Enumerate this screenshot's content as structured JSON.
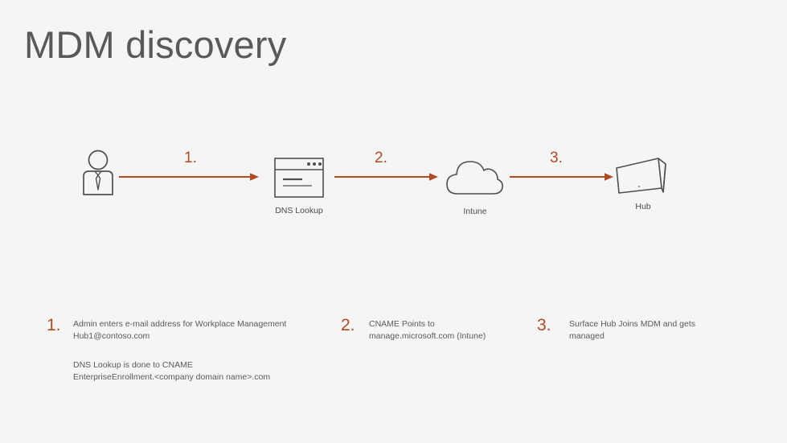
{
  "page": {
    "title": "MDM discovery",
    "background_color": "#f5f5f5",
    "accent_color": "#b24a22",
    "text_color": "#5a5a5a",
    "icon_color": "#4f4f4f"
  },
  "diagram": {
    "nodes": [
      {
        "id": "admin",
        "icon": "person-user-icon",
        "label": ""
      },
      {
        "id": "dns",
        "icon": "browser-window-icon",
        "label": "DNS Lookup"
      },
      {
        "id": "intune",
        "icon": "cloud-icon",
        "label": "Intune"
      },
      {
        "id": "hub",
        "icon": "surface-hub-icon",
        "label": "Hub"
      }
    ],
    "arrows": [
      {
        "id": "arrow-1",
        "step": "1.",
        "from": "admin",
        "to": "dns"
      },
      {
        "id": "arrow-2",
        "step": "2.",
        "from": "dns",
        "to": "intune"
      },
      {
        "id": "arrow-3",
        "step": "3.",
        "from": "intune",
        "to": "hub"
      }
    ]
  },
  "captions": [
    {
      "number": "1.",
      "lines": [
        "Admin enters e-mail address for Workplace Management",
        "Hub1@contoso.com"
      ],
      "extra_lines": [
        "DNS Lookup is done to CNAME",
        "EnterpriseEnrollment.<company domain name>.com"
      ]
    },
    {
      "number": "2.",
      "lines": [
        "CNAME Points to",
        "manage.microsoft.com (Intune)"
      ],
      "extra_lines": []
    },
    {
      "number": "3.",
      "lines": [
        "Surface Hub Joins MDM and gets",
        "managed"
      ],
      "extra_lines": []
    }
  ]
}
